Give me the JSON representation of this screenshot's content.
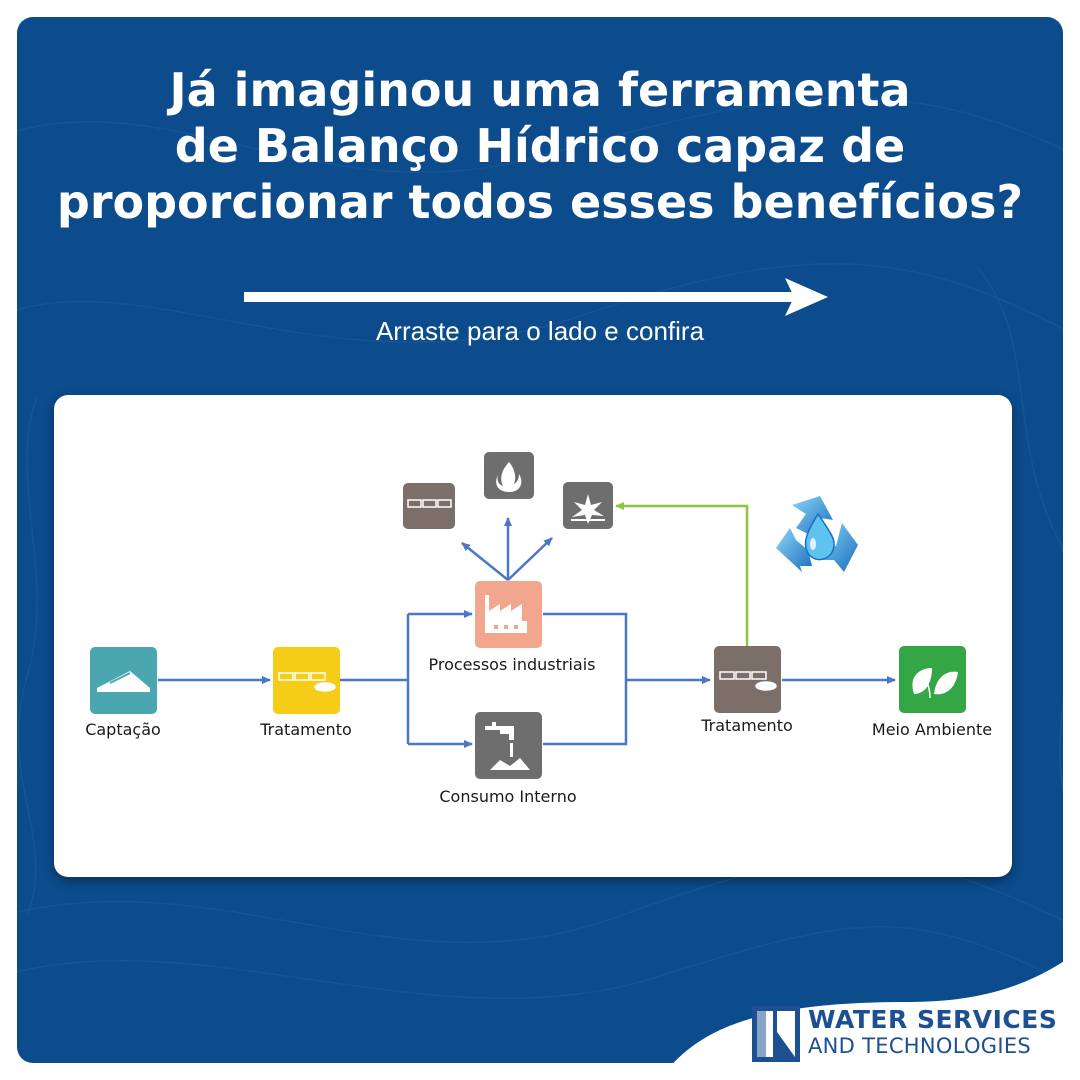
{
  "headline": {
    "line1": "Já imaginou uma ferramenta",
    "line2": "de Balanço Hídrico capaz de",
    "line3": "proporcionar todos esses benefícios?"
  },
  "swipe_hint": "Arraste para o lado e confira",
  "diagram": {
    "nodes": {
      "captacao": "Captação",
      "tratamento_1": "Tratamento",
      "processos": "Processos industriais",
      "consumo": "Consumo Interno",
      "tratamento_2": "Tratamento",
      "meio_ambiente": "Meio Ambiente"
    },
    "colors": {
      "captacao": "#4aa7b0",
      "tratamento_1": "#f5cc17",
      "processos": "#f3a68e",
      "consumo": "#6e6e6e",
      "tratamento_2": "#7c6e68",
      "meio_ambiente": "#35a645",
      "output_boxes": "#6e6e6e",
      "output_tank": "#7c6e68",
      "flow_line": "#4b77c5",
      "reuse_line": "#8cc63f"
    },
    "outputs": [
      "tank-icon",
      "flame-icon",
      "steam-icon"
    ],
    "reuse_icon": "recycle-water-icon"
  },
  "brand": {
    "line1": "WATER SERVICES",
    "line2": "AND TECHNOLOGIES",
    "logo_color": "#1d4f93"
  }
}
